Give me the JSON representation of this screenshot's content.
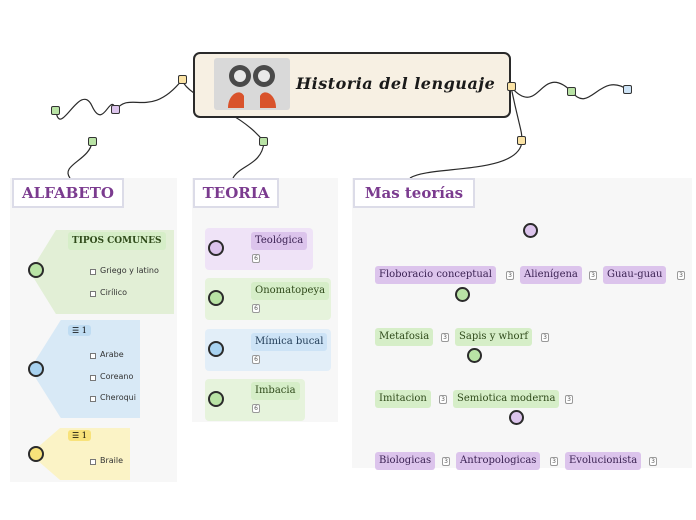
{
  "central": {
    "title": "Historia del lenguaje",
    "image": "brain-speech-icon"
  },
  "alfabeto": {
    "header": "ALFABETO",
    "groups": [
      {
        "label": "TIPOS COMUNES",
        "items": [
          "Griego y latino",
          "Cirílico"
        ],
        "color": "#e2efd6"
      },
      {
        "label": "☰ 1",
        "items": [
          "Arabe",
          "Coreano",
          "Cheroqui"
        ],
        "color": "#d8e9f6"
      },
      {
        "label": "☰ 1",
        "items": [
          "Braile"
        ],
        "color": "#fbf3c6"
      }
    ]
  },
  "teoria": {
    "header": "TEORIA",
    "items": [
      {
        "label": "Teológica",
        "badge": "6"
      },
      {
        "label": "Onomatopeya",
        "badge": "6"
      },
      {
        "label": "Mímica bucal",
        "badge": "6"
      },
      {
        "label": "Imbacia",
        "badge": "6"
      }
    ]
  },
  "mas_teorias": {
    "header": "Mas teorías",
    "row1": [
      {
        "label": "Floboracio conceptual",
        "badge": "3"
      },
      {
        "label": "Alienígena",
        "badge": "3"
      },
      {
        "label": "Guau-guau",
        "badge": "3"
      }
    ],
    "row2": [
      {
        "label": "Metafosia",
        "badge": "3"
      },
      {
        "label": "Sapis y whorf",
        "badge": "3"
      }
    ],
    "row3": [
      {
        "label": "Imitacion",
        "badge": "3"
      },
      {
        "label": "Semiotica moderna",
        "badge": "3"
      }
    ],
    "row4": [
      {
        "label": "Biologicas",
        "badge": "3"
      },
      {
        "label": "Antropologicas",
        "badge": "3"
      },
      {
        "label": "Evolucionista",
        "badge": "3"
      }
    ]
  },
  "colors": {
    "purple_node": "#dcc4ec",
    "green_node": "#d6eec8",
    "header_text": "#7b3b8f",
    "central_bg": "#f7f0e3"
  }
}
